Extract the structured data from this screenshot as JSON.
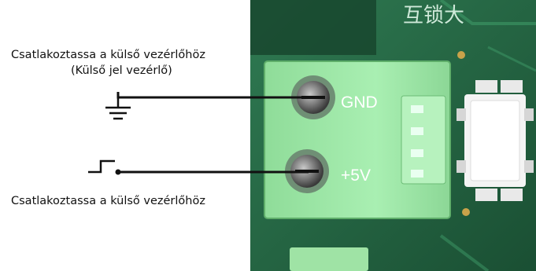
{
  "labels": {
    "top_line1": "Csatlakoztassa a külső vezérlőhöz",
    "top_line2": "(Külső jel vezérlő)",
    "bottom": "Csatlakoztassa a külső vezérlőhöz"
  },
  "terminals": {
    "gnd": "GND",
    "plus5v": "+5V"
  },
  "board_marking": "互锁大",
  "icons": {
    "ground": "ground-symbol-icon",
    "pulse": "step-pulse-icon"
  },
  "colors": {
    "pcb_green": "#1f5a3a",
    "terminal_block": "#9fe8a8",
    "wire": "#111111",
    "background": "#ffffff"
  }
}
